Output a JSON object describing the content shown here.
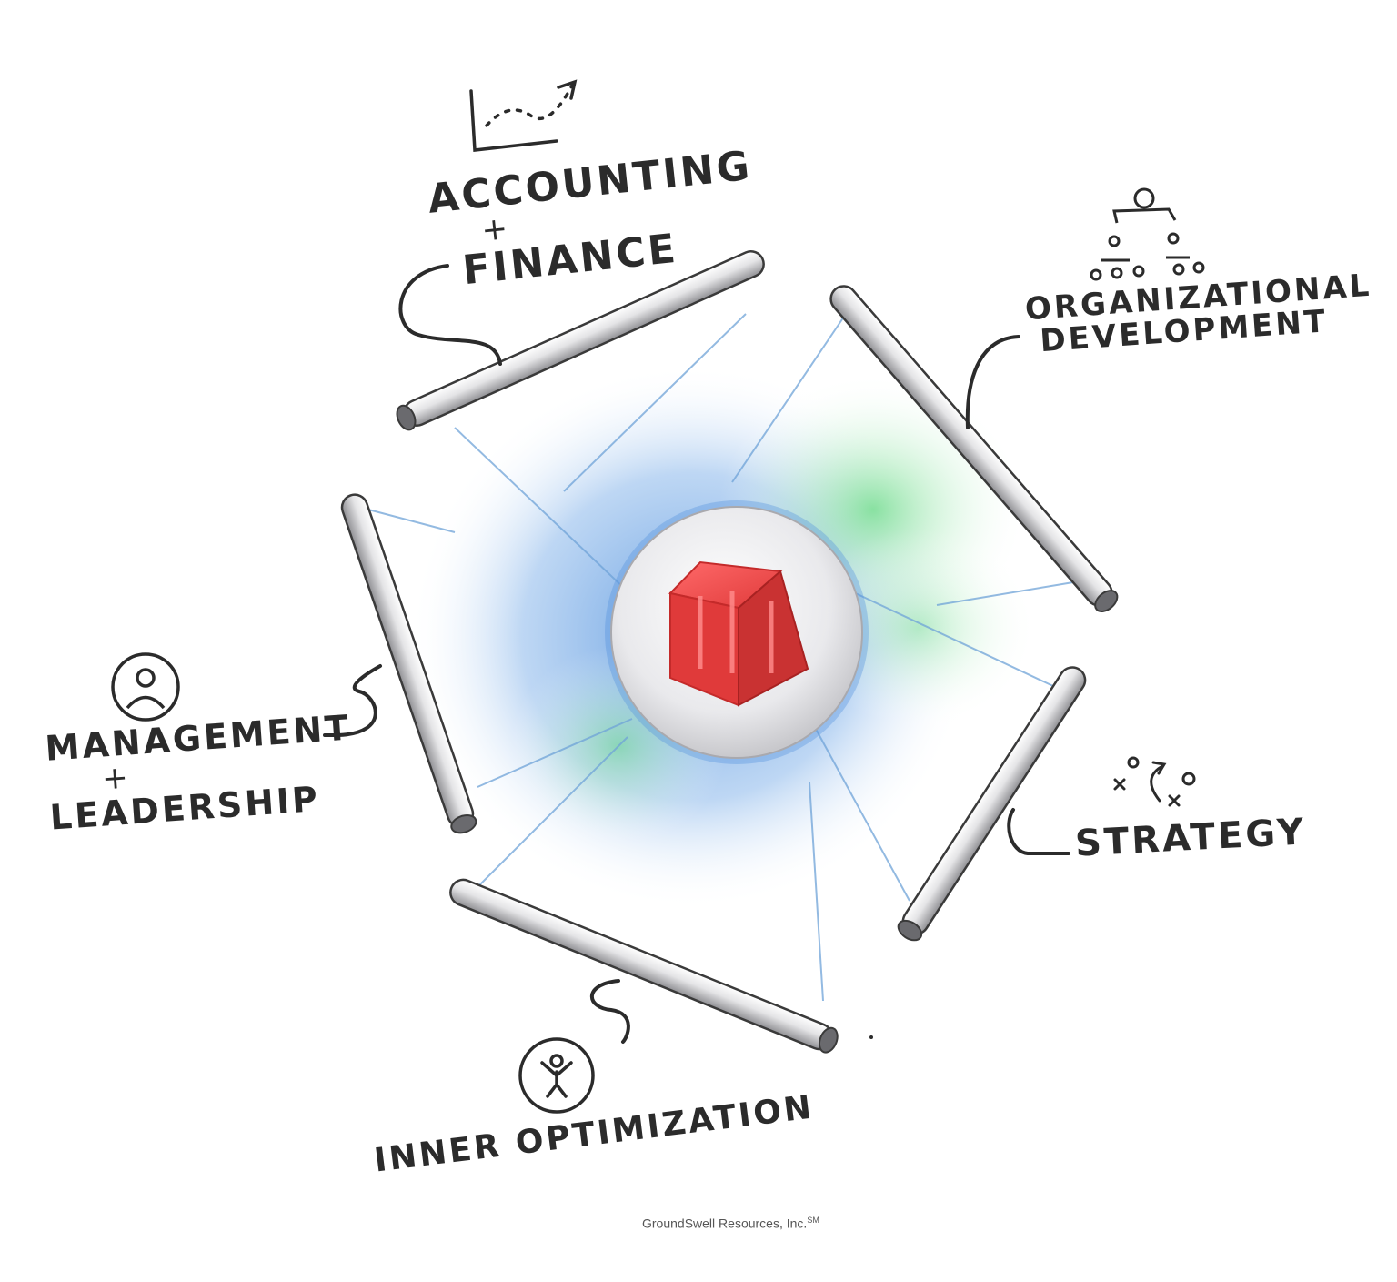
{
  "labels": {
    "accounting_line1": "ACCOUNTING",
    "accounting_amp": "+",
    "accounting_line2": "FINANCE",
    "org_line1": "ORGANIZATIONAL",
    "org_line2": "DEVELOPMENT",
    "management_line1": "MANAGEMENT",
    "management_amp": "+",
    "management_line2": "LEADERSHIP",
    "strategy": "STRATEGY",
    "inner": "INNER OPTIMIZATION"
  },
  "credit": {
    "company": "GroundSwell Resources, Inc.",
    "mark": "SM"
  },
  "icons": {
    "accounting": "trend-chart-icon",
    "org": "org-chart-icon",
    "management": "person-circle-icon",
    "strategy": "play-diagram-icon",
    "inner": "figure-circle-icon",
    "center": "red-cube-icon"
  },
  "colors": {
    "ink": "#2b2b2b",
    "cube": "#e03a3a",
    "glow_blue": "#4f8fdc",
    "glow_green": "#6fdc8a",
    "line_blue": "#6fa3d8"
  }
}
